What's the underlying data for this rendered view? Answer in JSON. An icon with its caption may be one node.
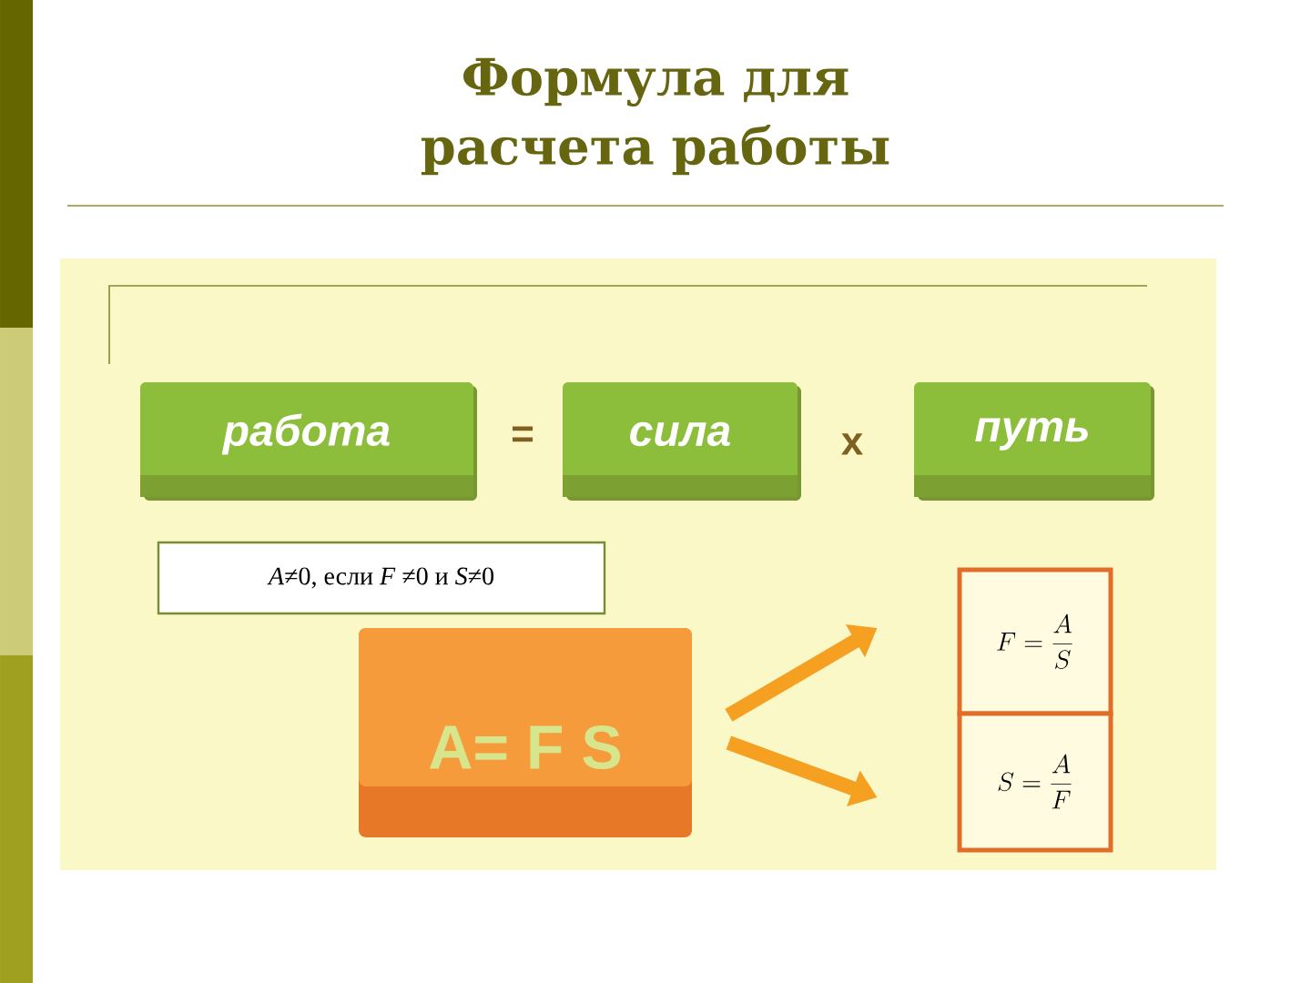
{
  "diagram": {
    "title": "Формула для расчета работы",
    "nodes": [
      {
        "text": [
          "работа"
        ]
      },
      {
        "text": [
          "сила"
        ]
      },
      {
        "text": [
          "путь"
        ]
      },
      {
        "text": [
          "*A*≠0, если *F* ≠0 и *S*≠0"
        ]
      },
      {
        "text": [
          "A= F S"
        ]
      },
      {
        "text": [
          "F=\\frac{A}{S}"
        ]
      },
      {
        "text": [
          "S=\\frac{A}{F}"
        ]
      }
    ],
    "edges": [
      {
        "from": 4,
        "to": 5,
        "arrow": "to"
      },
      {
        "from": 4,
        "to": 6,
        "arrow": "to"
      }
    ],
    "labels": [
      "=",
      "x"
    ]
  }
}
